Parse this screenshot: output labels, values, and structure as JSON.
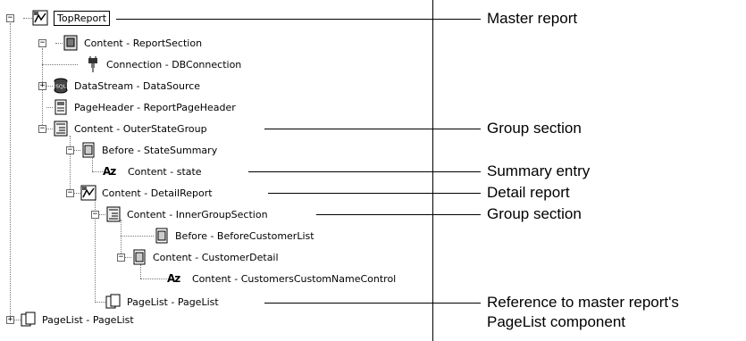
{
  "tree": {
    "root": "TopReport",
    "items": [
      "Content - ReportSection",
      "Connection - DBConnection",
      "DataStream - DataSource",
      "PageHeader - ReportPageHeader",
      "Content - OuterStateGroup",
      "Before - StateSummary",
      "Content - state",
      "Content - DetailReport",
      "Content - InnerGroupSection",
      "Before - BeforeCustomerList",
      "Content - CustomerDetail",
      "Content - CustomersCustomNameControl",
      "PageList - PageList",
      "PageList - PageList"
    ],
    "text_icon_label": "Az",
    "toggle_minus": "−",
    "toggle_plus": "+"
  },
  "callouts": {
    "master_report": "Master report",
    "group_section_1": "Group section",
    "summary_entry": "Summary entry",
    "detail_report": "Detail report",
    "group_section_2": "Group section",
    "pagelist_ref_line1": "Reference to master report's",
    "pagelist_ref_line2": "PageList component"
  }
}
